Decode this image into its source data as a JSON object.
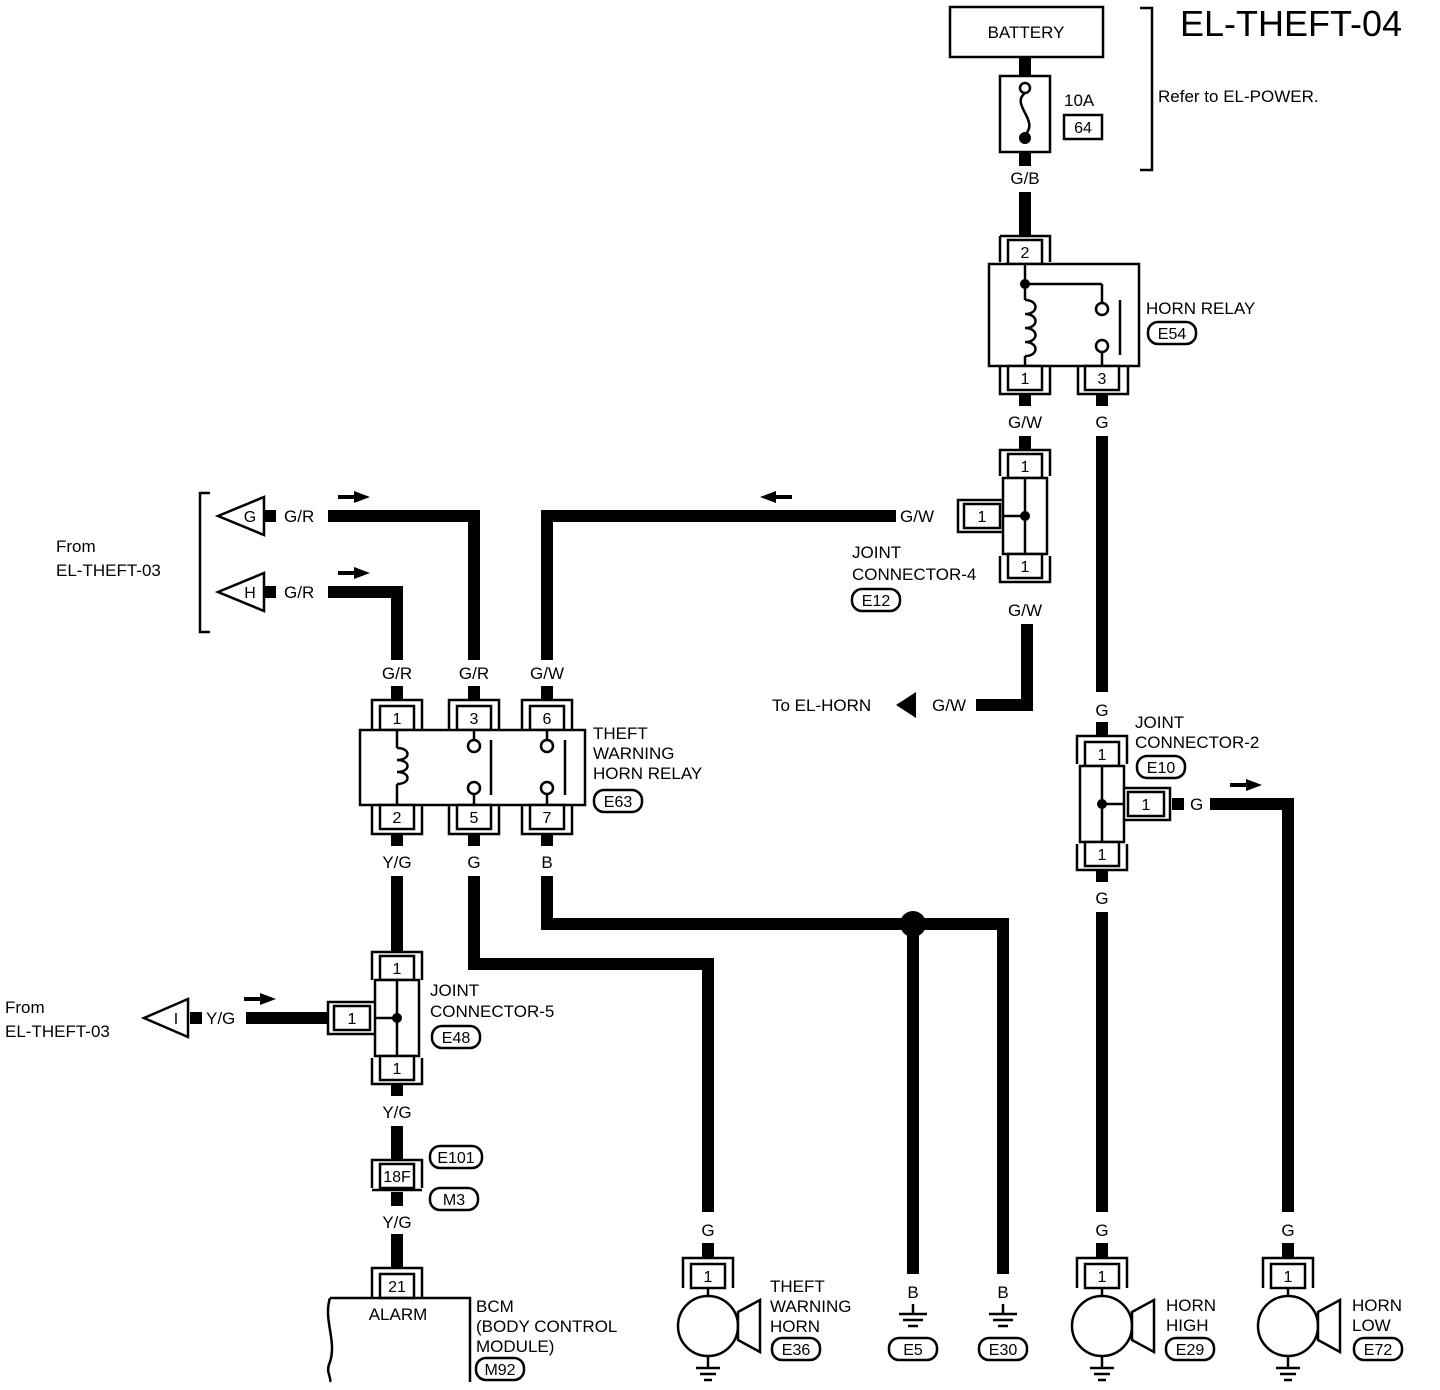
{
  "title": "EL-THEFT-04",
  "refer_note": "Refer to EL-POWER.",
  "battery": "BATTERY",
  "fuse": {
    "amps": "10A",
    "number": "64"
  },
  "wires": {
    "gb": "G/B",
    "gw": "G/W",
    "g": "G",
    "gr": "G/R",
    "yg": "Y/G",
    "b": "B"
  },
  "horn_relay": {
    "name": "HORN RELAY",
    "code": "E54",
    "pins": [
      "2",
      "1",
      "3"
    ]
  },
  "joint4": {
    "line1": "JOINT",
    "line2": "CONNECTOR-4",
    "code": "E12",
    "pin": "1"
  },
  "joint2": {
    "line1": "JOINT",
    "line2": "CONNECTOR-2",
    "code": "E10",
    "pin": "1"
  },
  "joint5": {
    "line1": "JOINT",
    "line2": "CONNECTOR-5",
    "code": "E48",
    "pin": "1"
  },
  "to_horn": "To EL-HORN",
  "from_theft": {
    "line1": "From",
    "line2": "EL-THEFT-03",
    "g": "G",
    "h": "H",
    "i": "I"
  },
  "theft_relay": {
    "line1": "THEFT",
    "line2": "WARNING",
    "line3": "HORN RELAY",
    "code": "E63",
    "pins": [
      "1",
      "3",
      "6",
      "2",
      "5",
      "7"
    ]
  },
  "connector": {
    "pin": "18F",
    "code_top": "E101",
    "code_bot": "M3"
  },
  "bcm": {
    "pin": "21",
    "alarm": "ALARM",
    "line1": "BCM",
    "line2": "(BODY CONTROL",
    "line3": "MODULE)",
    "code": "M92"
  },
  "theft_horn": {
    "line1": "THEFT",
    "line2": "WARNING",
    "line3": "HORN",
    "code": "E36",
    "pin": "1"
  },
  "grounds": [
    "E5",
    "E30"
  ],
  "horn_high": {
    "line1": "HORN",
    "line2": "HIGH",
    "code": "E29",
    "pin": "1"
  },
  "horn_low": {
    "line1": "HORN",
    "line2": "LOW",
    "code": "E72",
    "pin": "1"
  }
}
